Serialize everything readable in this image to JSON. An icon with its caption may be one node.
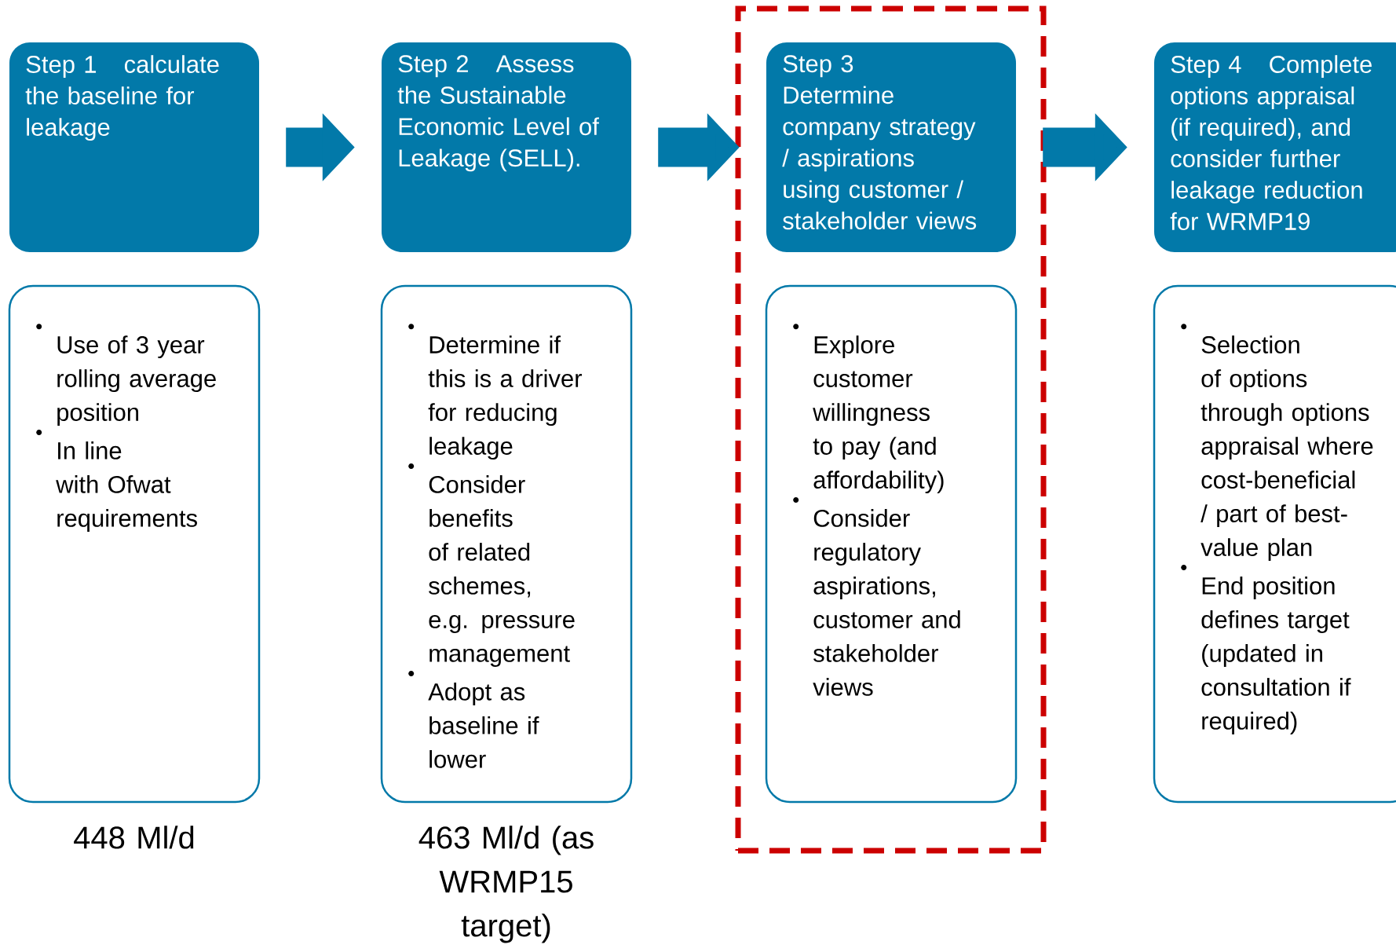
{
  "diagram": {
    "nodes": [
      {
        "text": [],
        "shape": "box"
      },
      {
        "text": [
          "Step 1",
          "calculate the baseline for leakage"
        ]
      },
      {
        "text": [
          "Step 2",
          "Assess the Sustainable Economic Level of Leakage (SELL)."
        ]
      },
      {
        "text": [
          "Step 3",
          "Determine company strategy / aspirations using customer / stakeholder views"
        ],
        "in": 0
      },
      {
        "text": [
          "Step 4",
          "Complete options appraisal (if required), and consider further leakage reduction for WRMP19"
        ]
      },
      {
        "text": [
          "Use of 3 year rolling average position",
          "In line with Ofwat requirements"
        ],
        "beside": [
          "448 Ml/d"
        ]
      },
      {
        "text": [
          "Determine if this is a driver for reducing leakage",
          "Consider benefits of related schemes, e.g. pressure management",
          "Adopt as baseline if lower"
        ],
        "beside": [
          "463 Ml/d (as WRMP15 target)"
        ]
      },
      {
        "text": [
          "Explore customer willingness to pay (and affordability)",
          "Consider regulatory aspirations, customer and stakeholder views"
        ],
        "in": 0
      },
      {
        "text": [
          "Selection of options through options appraisal where cost-beneficial / part of best-value plan",
          "End position defines target (updated in consultation if required)"
        ]
      }
    ],
    "edges": [
      {
        "from": 1,
        "to": 2,
        "arrow": "to"
      },
      {
        "from": 2,
        "to": 3,
        "arrow": "to"
      },
      {
        "from": 3,
        "to": 4,
        "arrow": "to"
      }
    ]
  }
}
